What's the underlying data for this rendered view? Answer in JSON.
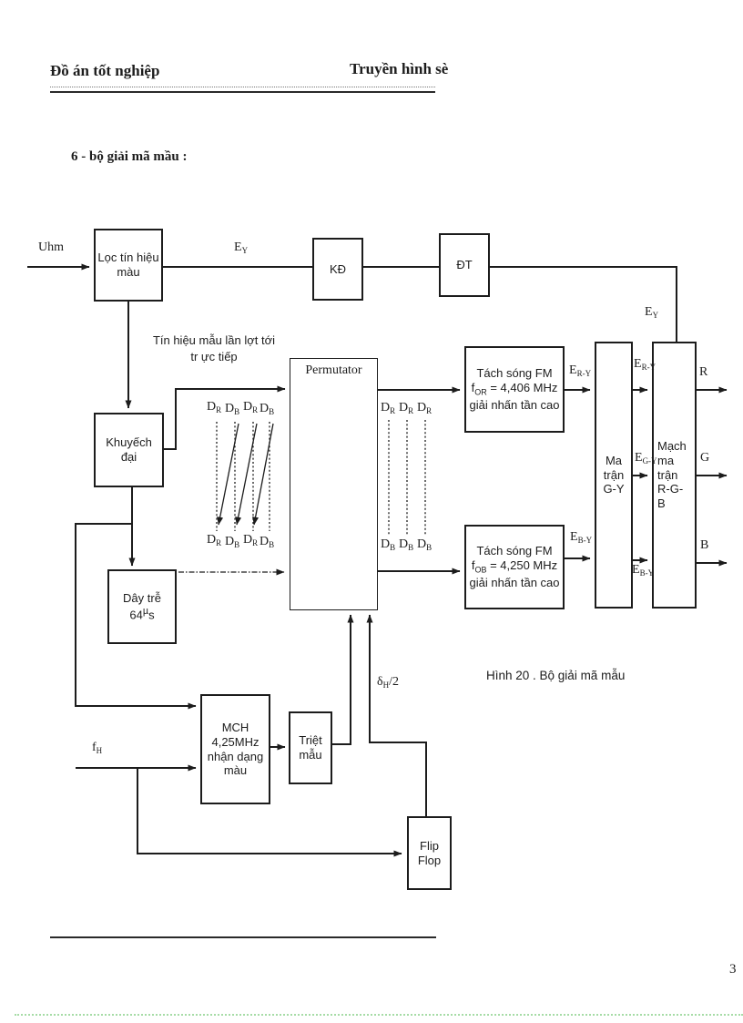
{
  "header": {
    "left": "Đồ án tốt nghiệp",
    "right": "Truyền hình sè"
  },
  "section_title": "6 - bộ giải mã mầu :",
  "figure_caption": "Hình 20 . Bộ giải mã mẫu",
  "page_number": "3",
  "annotation": {
    "line1": "Tín hiệu mẫu lần lợt tới",
    "line2": "tr ực tiếp"
  },
  "blocks": {
    "loc_tin_hieu": {
      "l1": "Lọc tín hiệu",
      "l2": "màu"
    },
    "kd": "KĐ",
    "dt": "ĐT",
    "khuyech_dai": {
      "l1": "Khuyếch",
      "l2": "đại"
    },
    "permutator": "Permutator",
    "day_tre": {
      "l1": "Dây trễ",
      "v_pre": "64",
      "v_sup": "µ",
      "v_post": "s"
    },
    "tach_song_r": {
      "l1": "Tách sóng FM",
      "f_pre": "f",
      "f_sub": "OR",
      "f_post": " = 4,406 MHz",
      "l3": "giải nhấn tần cao"
    },
    "tach_song_b": {
      "l1": "Tách sóng FM",
      "f_pre": "f",
      "f_sub": "OB",
      "f_post": " = 4,250 MHz",
      "l3": "giải nhấn tần cao"
    },
    "ma_tran_gy": {
      "l1": "Ma",
      "l2": "trận",
      "l3": "G-Y"
    },
    "mach_ma_tran": {
      "l1": "Mạch",
      "l2": "ma",
      "l3": "trận",
      "l4": "R-G-",
      "l5": "B"
    },
    "mch": {
      "l1": "MCH",
      "l2": "4,25MHz",
      "l3": "nhận dạng",
      "l4": "màu"
    },
    "triet_mau": {
      "l1": "Triệt",
      "l2": "mẫu"
    },
    "flip_flop": {
      "l1": "Flip",
      "l2": "Flop"
    }
  },
  "signals": {
    "uhm": "Uhm",
    "e_y": {
      "main": "E",
      "sub": "Y"
    },
    "e_ry": {
      "main": "E",
      "sub": "R-Y"
    },
    "e_gy": {
      "main": "E",
      "sub": "G-Y"
    },
    "e_by": {
      "main": "E",
      "sub": "B-Y"
    },
    "f_h": {
      "main": "f",
      "sub": "H"
    },
    "delta_h": {
      "main": "δ",
      "sub": "H",
      "post": "/2"
    },
    "d_r": {
      "main": "D",
      "sub": "R"
    },
    "d_b": {
      "main": "D",
      "sub": "B"
    },
    "out_r": "R",
    "out_g": "G",
    "out_b": "B"
  },
  "colors": {
    "ink": "#1c1c1c",
    "footer_rule": "#a6dca6"
  }
}
